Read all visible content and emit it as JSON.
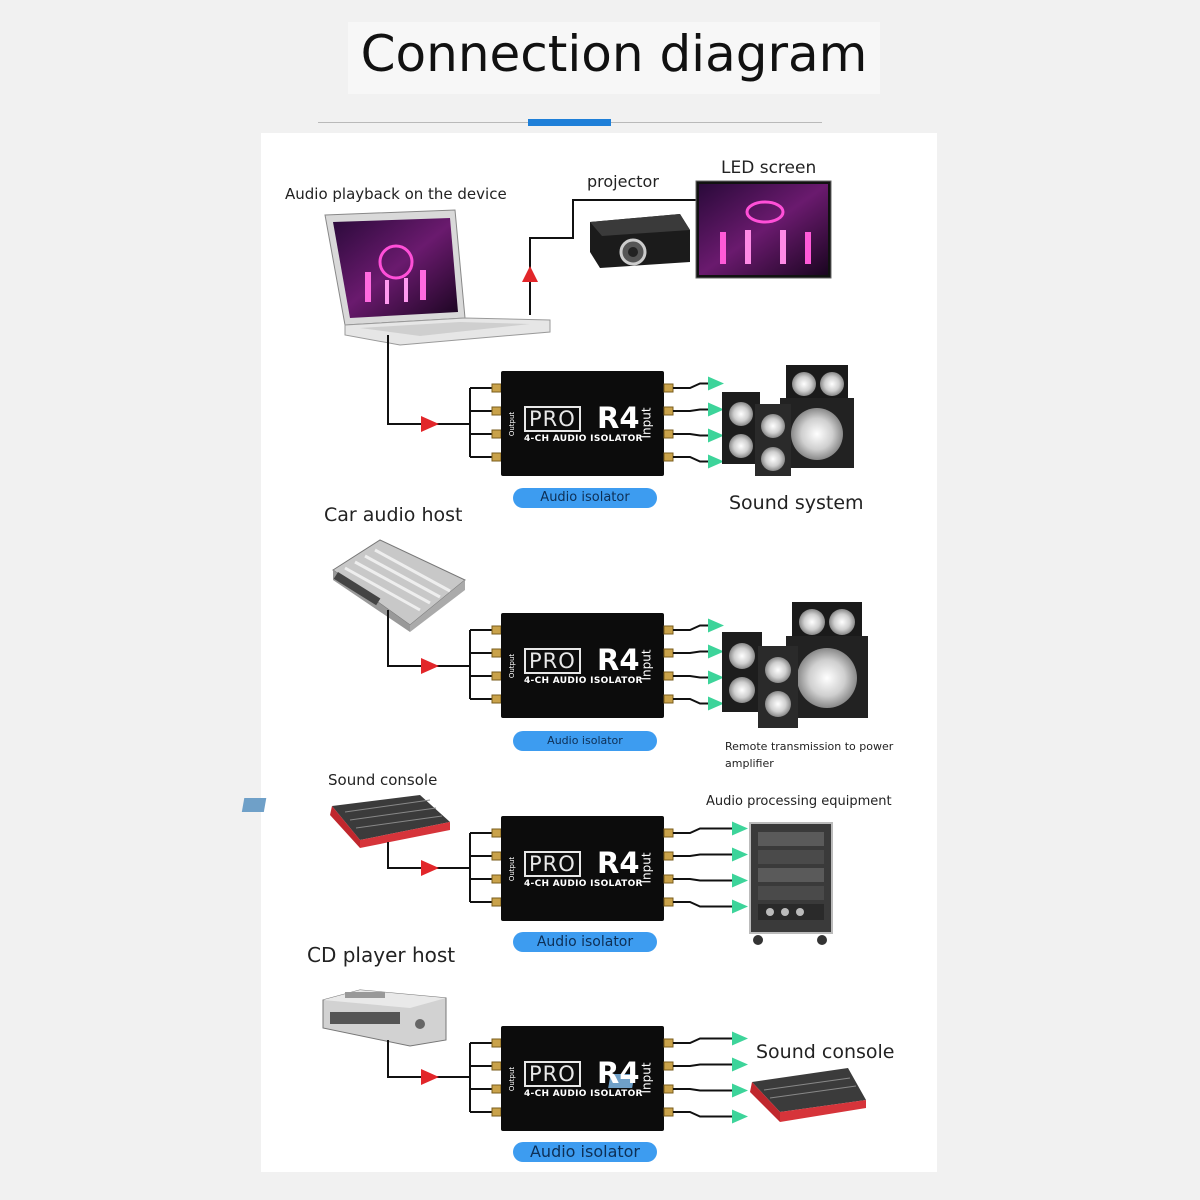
{
  "title": "Connection diagram",
  "colors": {
    "accent": "#1e7fd8",
    "arrow_red": "#e2262a",
    "arrow_green": "#3dd49a",
    "pill": "#3d9cf0"
  },
  "device": {
    "pro_label": "PRO",
    "model": "R4",
    "subtitle": "4-CH AUDIO ISOLATOR",
    "input_label": "Input",
    "output_label": "Output"
  },
  "sections": [
    {
      "source": "Audio playback on the device",
      "source_icon": "laptop-icon",
      "extra_1": "projector",
      "extra_2": "LED screen",
      "pill": "Audio isolator",
      "target": "Sound system",
      "target_icon": "speakers-icon"
    },
    {
      "source": "Car audio host",
      "source_icon": "car-amplifier-icon",
      "pill": "Audio isolator",
      "target": "Remote transmission to power",
      "target_2": "amplifier",
      "target_icon": "speakers-icon"
    },
    {
      "source": "Sound console",
      "source_icon": "mixing-console-icon",
      "pill": "Audio isolator",
      "target": "Audio processing equipment",
      "target_icon": "equipment-rack-icon"
    },
    {
      "source": "CD player host",
      "source_icon": "cd-player-icon",
      "pill": "Audio isolator",
      "target": "Sound console",
      "target_icon": "mixing-console-icon"
    }
  ]
}
